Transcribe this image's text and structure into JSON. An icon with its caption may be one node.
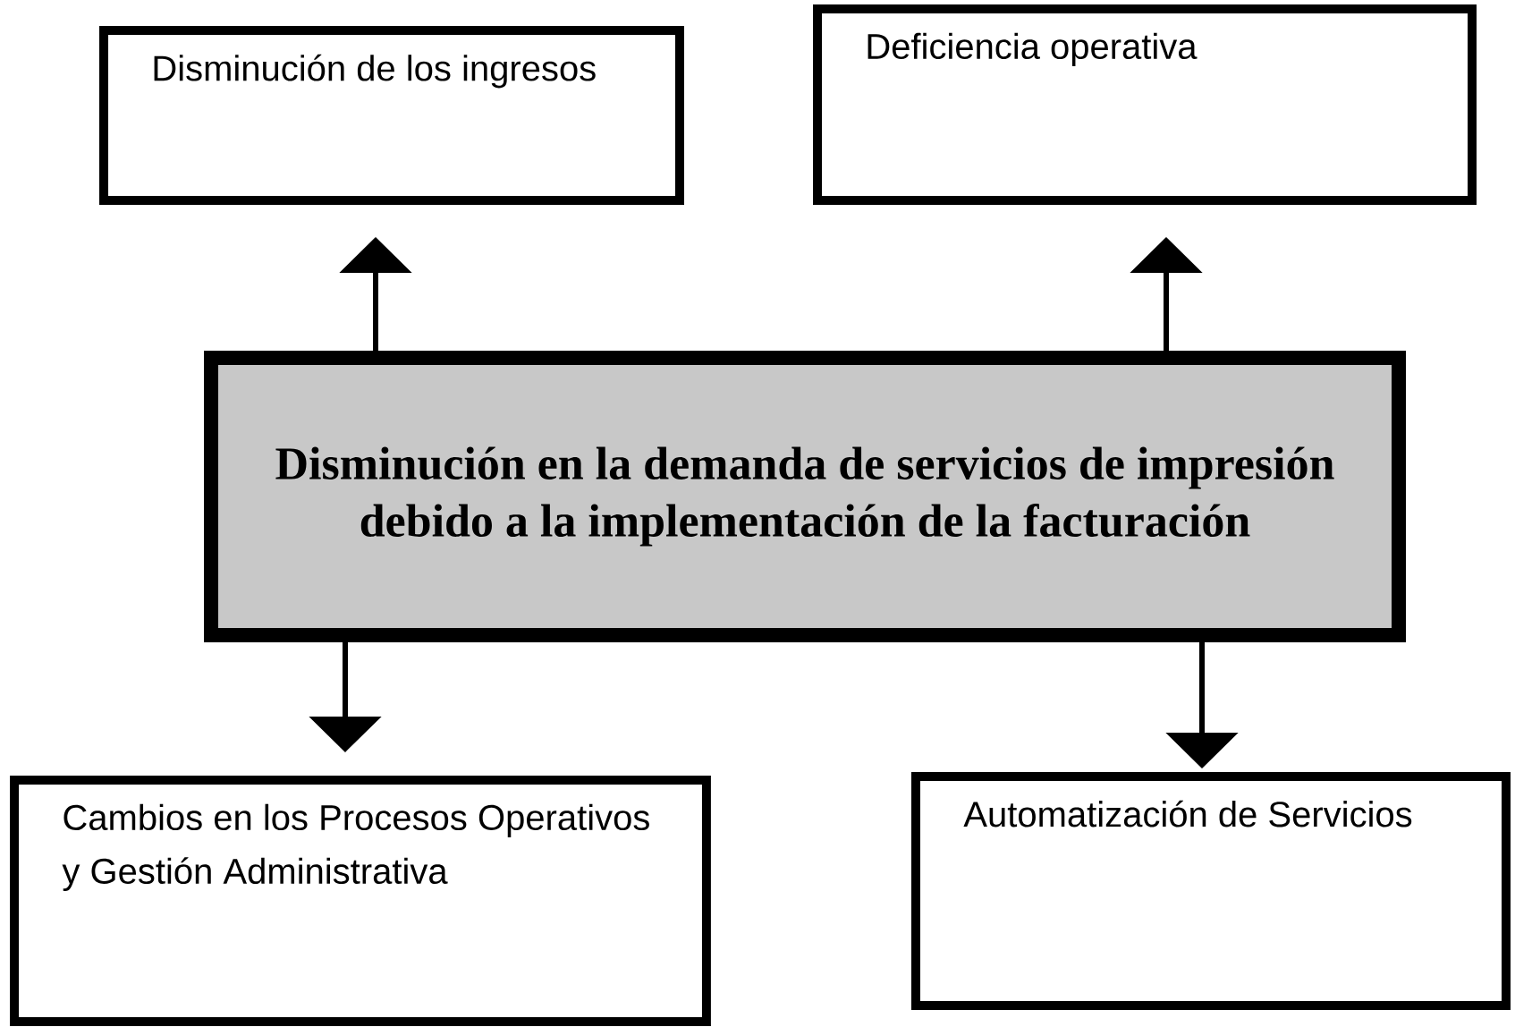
{
  "diagram": {
    "nodes": [
      {
        "text": [
          "Disminución en la demanda de servicios de impresión debido a la implementación de la facturación"
        ]
      },
      {
        "text": [
          "Disminución de los ingresos"
        ]
      },
      {
        "text": [
          "Deficiencia operativa"
        ]
      },
      {
        "text": [
          "Cambios en los Procesos Operativos y Gestión Administrativa"
        ]
      },
      {
        "text": [
          "Automatización de Servicios"
        ]
      }
    ],
    "edges": [
      {
        "from": 0,
        "to": 1,
        "arrow": "to"
      },
      {
        "from": 0,
        "to": 2,
        "arrow": "to"
      },
      {
        "from": 0,
        "to": 3,
        "arrow": "to"
      },
      {
        "from": 0,
        "to": 4,
        "arrow": "to"
      }
    ]
  }
}
